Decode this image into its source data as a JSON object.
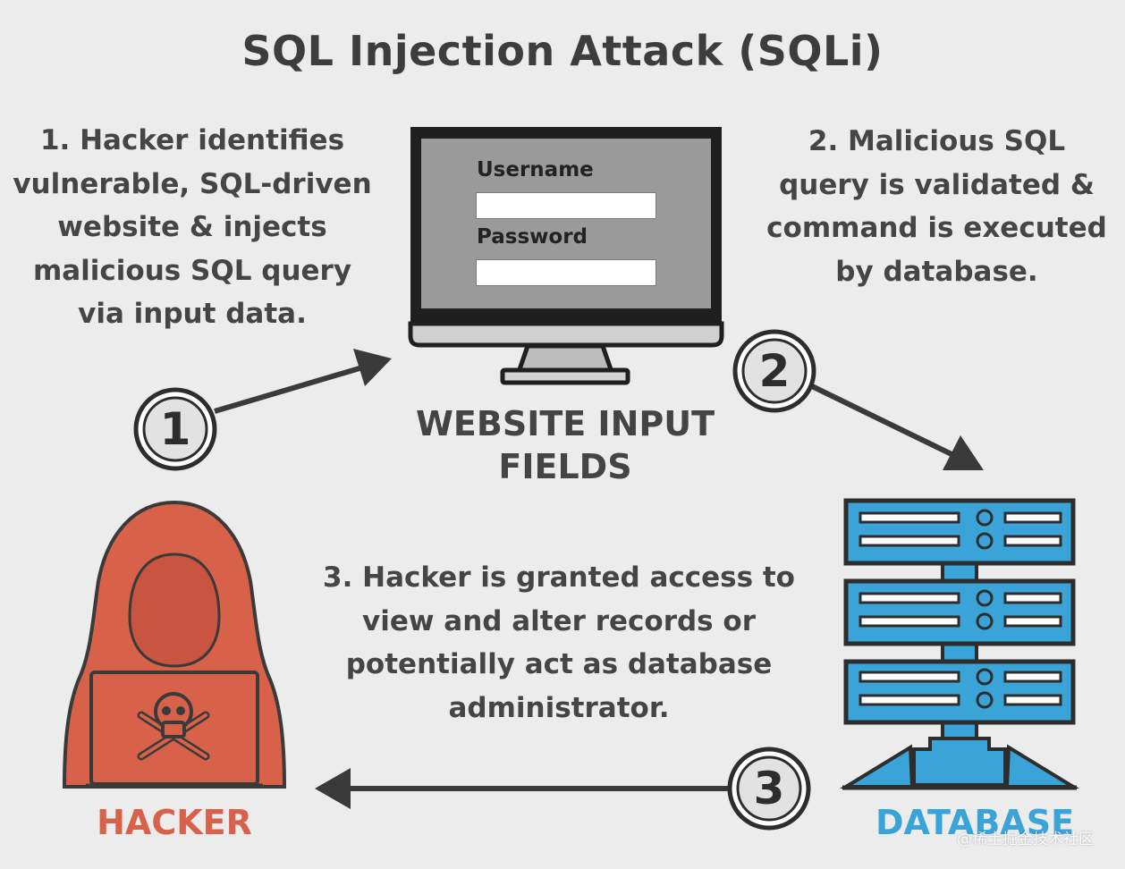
{
  "title": "SQL Injection Attack (SQLi)",
  "steps": {
    "step1": "1. Hacker identifies vulnerable, SQL-driven website & injects malicious SQL query via input data.",
    "step2": "2. Malicious SQL query is validated & command is executed by database.",
    "step3": "3. Hacker is granted access to view and alter records or potentially act as database administrator."
  },
  "badges": {
    "one": "1",
    "two": "2",
    "three": "3"
  },
  "website": {
    "label": "WEBSITE INPUT FIELDS",
    "username_label": "Username",
    "password_label": "Password",
    "username_value": "",
    "password_value": ""
  },
  "hacker": {
    "label": "HACKER"
  },
  "database": {
    "label": "DATABASE"
  },
  "watermark": "@稀土掘金技术社区",
  "colors": {
    "background": "#ececed",
    "hacker": "#d8614a",
    "database": "#3aa3d8",
    "dark": "#2d2d2d"
  }
}
